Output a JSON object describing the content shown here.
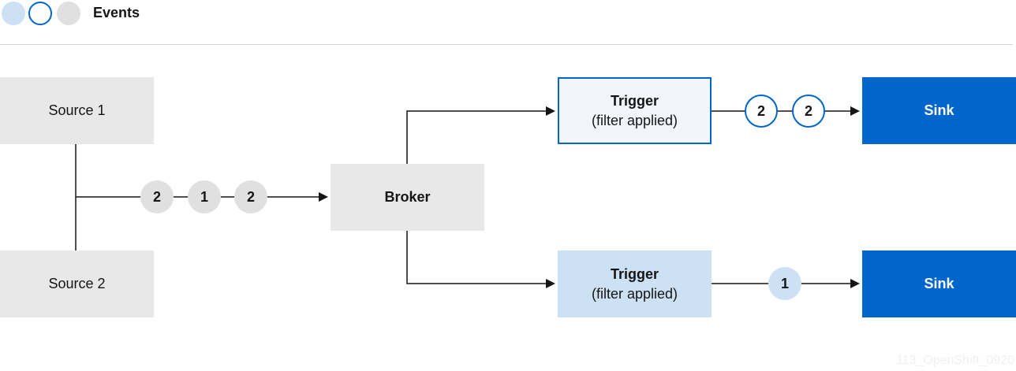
{
  "legend": {
    "label": "Events",
    "dots": [
      {
        "kind": "filled-light",
        "color": "#cde1f5"
      },
      {
        "kind": "outline",
        "color": "#0066cc"
      },
      {
        "kind": "filled-gray",
        "color": "#e0e0e0"
      }
    ]
  },
  "nodes": {
    "source1": "Source 1",
    "source2": "Source 2",
    "broker": "Broker",
    "trigger_top": {
      "title": "Trigger",
      "subtitle": "(filter applied)"
    },
    "trigger_bottom": {
      "title": "Trigger",
      "subtitle": "(filter applied)"
    },
    "sink_top": "Sink",
    "sink_bottom": "Sink"
  },
  "events": {
    "to_broker": [
      "2",
      "1",
      "2"
    ],
    "to_sink_top": [
      "2",
      "2"
    ],
    "to_sink_bottom": [
      "1"
    ]
  },
  "colors": {
    "accent": "#0066cc",
    "gray_box": "#e8e8e8",
    "light_blue": "#cde1f5",
    "line": "#151515"
  },
  "watermark": "113_OpenShift_0920"
}
